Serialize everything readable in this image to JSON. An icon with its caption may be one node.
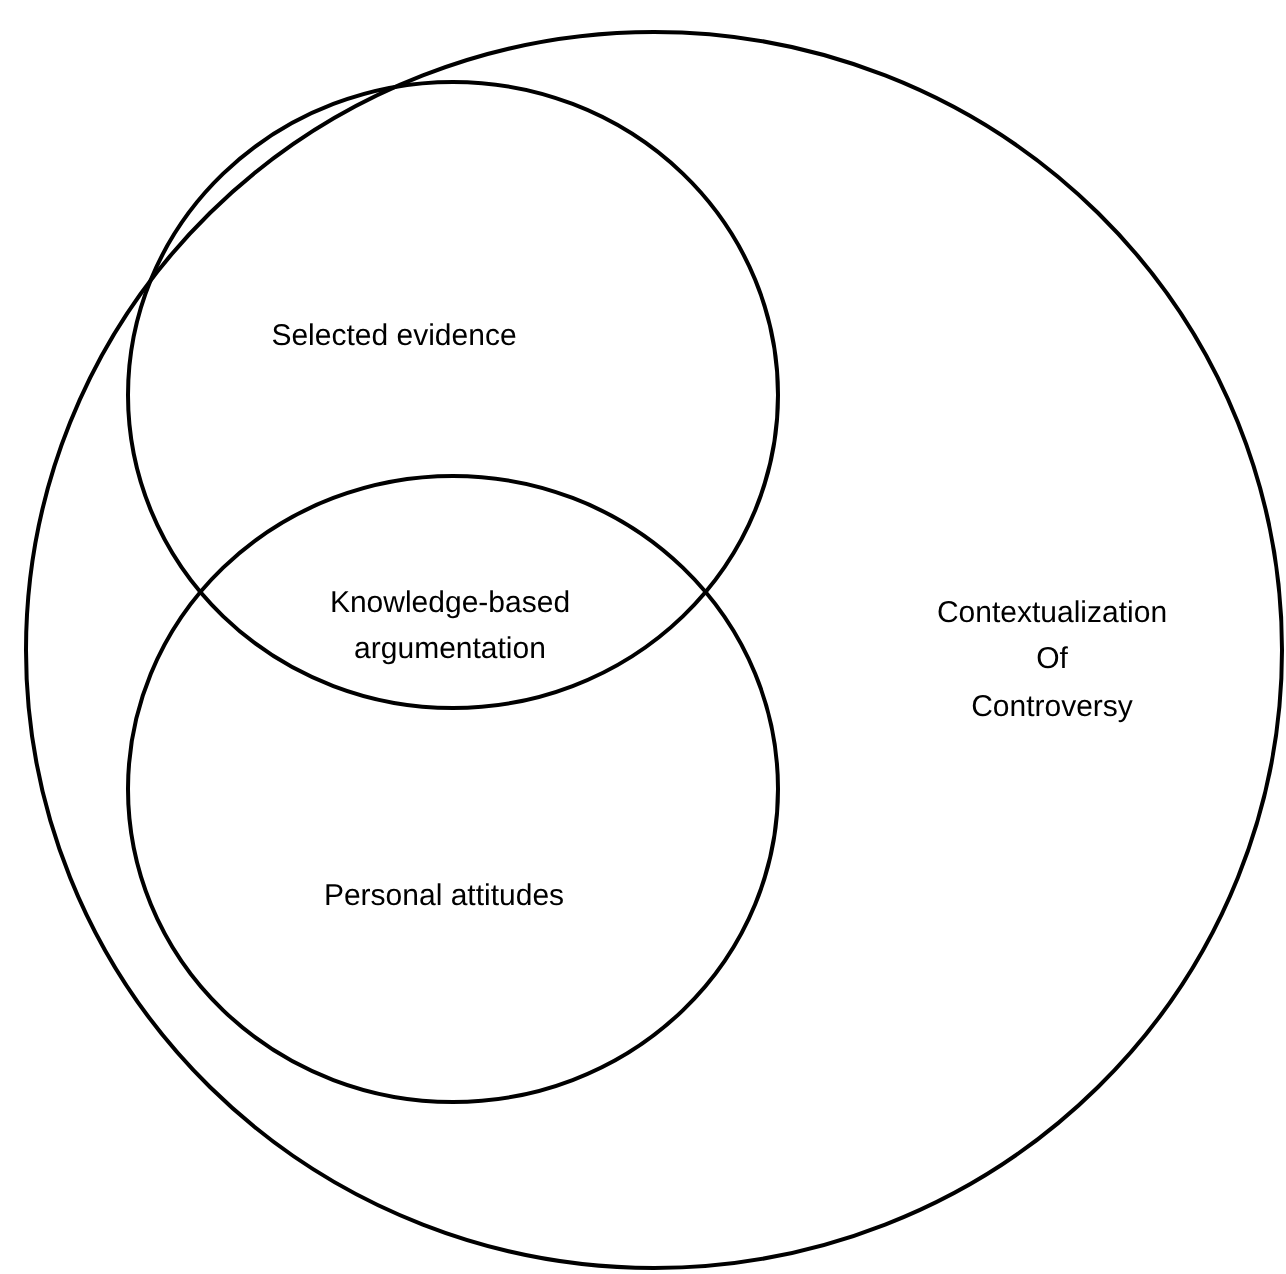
{
  "diagram": {
    "nodes": [
      {
        "text": [
          "Contextualization Of Controversy"
        ]
      },
      {
        "text": [
          "Selected evidence"
        ],
        "in": 0
      },
      {
        "text": [
          "Personal attitudes"
        ],
        "in": 0
      }
    ],
    "labels": [
      "Knowledge-based argumentation"
    ]
  }
}
